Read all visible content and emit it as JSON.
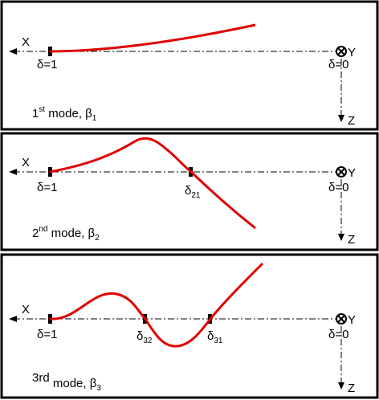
{
  "colors": {
    "curve": "#e00000",
    "frame": "#000000",
    "background": "#ffffff"
  },
  "axes": {
    "x_label": "X",
    "y_label": "Y",
    "z_label": "Z",
    "origin_label": "δ=0",
    "tip_label": "δ=1",
    "y_symbol": "out-of-plane-circle-cross"
  },
  "panels": [
    {
      "mode_number": "1",
      "mode_suffix": "st",
      "mode_text": " mode, β",
      "mode_subscript": "1",
      "nodes": []
    },
    {
      "mode_number": "2",
      "mode_suffix": "nd",
      "mode_text": " mode, β",
      "mode_subscript": "2",
      "nodes": [
        {
          "symbol": "δ",
          "subscript": "21"
        }
      ]
    },
    {
      "mode_number": "3rd",
      "mode_suffix": "",
      "mode_text": " mode, β",
      "mode_subscript": "3",
      "nodes": [
        {
          "symbol": "δ",
          "subscript": "32"
        },
        {
          "symbol": "δ",
          "subscript": "31"
        }
      ]
    }
  ]
}
